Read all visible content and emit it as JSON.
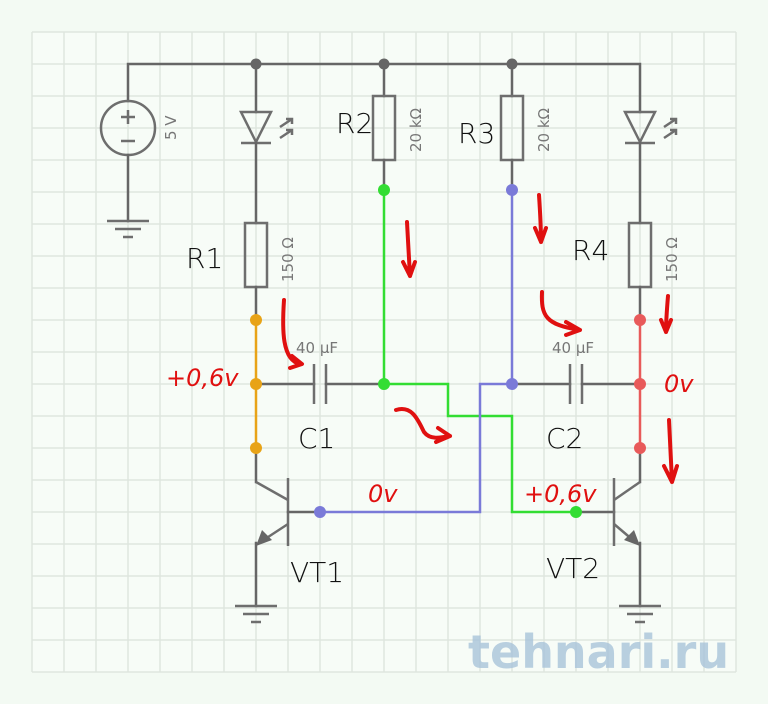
{
  "colors": {
    "background": "#f3faf3",
    "grid": "#dfe6df",
    "wire": "#666666",
    "node_r1_net": "#e8a317",
    "node_r2_net": "#33dd33",
    "node_r3_net": "#7a7ad8",
    "node_r4_net": "#e85a5a",
    "annotation": "#e01010"
  },
  "source": {
    "value": "5 V",
    "icon": "dc-voltage-source-icon"
  },
  "components": {
    "r1": {
      "name": "R1",
      "value": "150 Ω"
    },
    "r2": {
      "name": "R2",
      "value": "20 kΩ"
    },
    "r3": {
      "name": "R3",
      "value": "20 kΩ"
    },
    "r4": {
      "name": "R4",
      "value": "150 Ω"
    },
    "c1": {
      "name": "C1",
      "value": "40 µF"
    },
    "c2": {
      "name": "C2",
      "value": "40 µF"
    },
    "vt1": {
      "name": "VT1"
    },
    "vt2": {
      "name": "VT2"
    },
    "led1": {
      "icon": "led-icon"
    },
    "led2": {
      "icon": "led-icon"
    }
  },
  "annotations": {
    "vt1_collector_voltage": "+0,6v",
    "vt1_base_voltage": "0v",
    "vt2_collector_voltage": "0v",
    "vt2_base_voltage": "+0,6v"
  },
  "watermark": "tehnari.ru"
}
